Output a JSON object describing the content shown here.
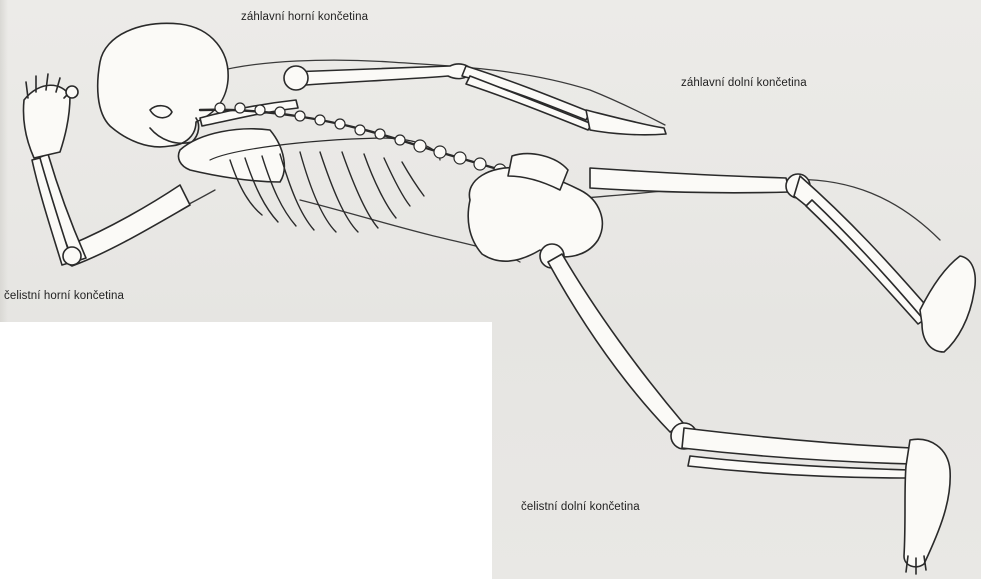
{
  "figure": {
    "subject": "skeleton lying in crawling position",
    "colors": {
      "ink": "#2a2a2a",
      "bone_fill": "#fbfaf7",
      "paper": "#e9e8e5"
    }
  },
  "labels": {
    "upper_back_limb": "záhlavní horní končetina",
    "lower_back_limb": "záhlavní dolní končetina",
    "upper_front_limb": "čelistní horní končetina",
    "lower_front_limb": "čelistní dolní končetina"
  }
}
